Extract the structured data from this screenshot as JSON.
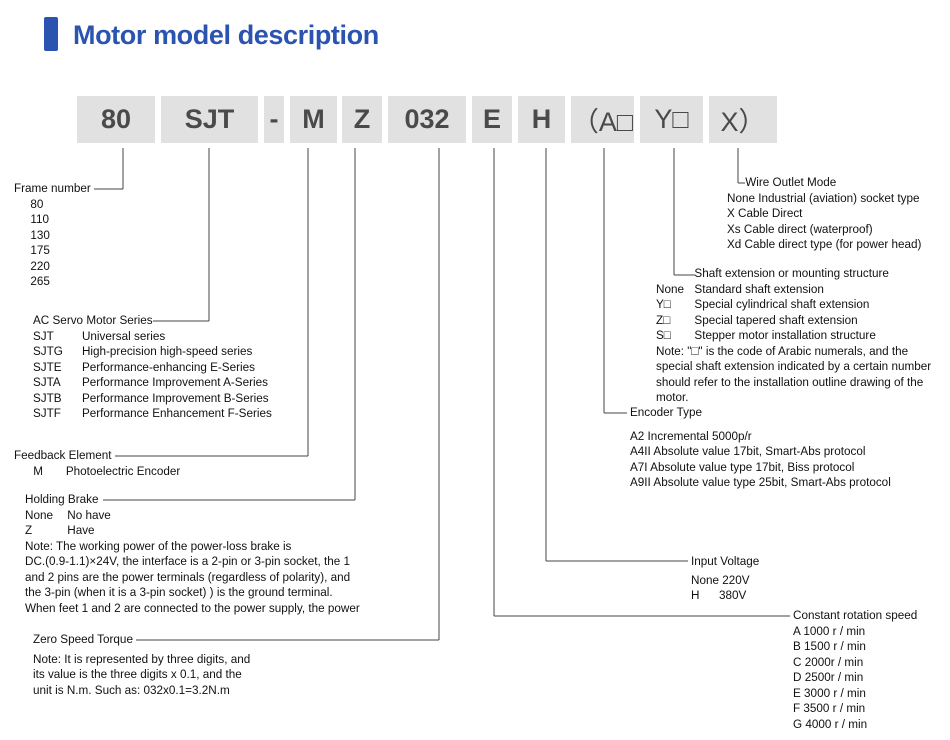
{
  "title": "Motor model description",
  "code_segments": [
    "80",
    "SJT",
    "-",
    "M",
    "Z",
    "032",
    "E",
    "H",
    "（A□",
    "Y□",
    "X）"
  ],
  "colors": {
    "accent": "#2a54b0",
    "box_bg": "#e1e1e1",
    "box_text": "#4a4a4a",
    "line": "#444444"
  },
  "frame_number": {
    "heading": "Frame number",
    "values": [
      "80",
      "110",
      "130",
      "175",
      "220",
      "265"
    ]
  },
  "series": {
    "heading": "AC Servo Motor Series",
    "rows": [
      {
        "code": "SJT",
        "desc": "Universal series"
      },
      {
        "code": "SJTG",
        "desc": "High-precision high-speed series"
      },
      {
        "code": "SJTE",
        "desc": "Performance-enhancing E-Series"
      },
      {
        "code": "SJTA",
        "desc": "Performance Improvement A-Series"
      },
      {
        "code": "SJTB",
        "desc": "Performance Improvement B-Series"
      },
      {
        "code": "SJTF",
        "desc": "Performance Enhancement F-Series"
      }
    ]
  },
  "feedback": {
    "heading": "Feedback Element",
    "rows": [
      {
        "code": "M",
        "desc": "Photoelectric Encoder"
      }
    ]
  },
  "brake": {
    "heading": "Holding Brake",
    "rows": [
      {
        "code": "None",
        "desc": "No have"
      },
      {
        "code": "Z",
        "desc": "Have"
      }
    ],
    "note": [
      "Note: The working power of the power-loss brake is",
      "DC.(0.9-1.1)×24V, the interface is a 2-pin or 3-pin socket, the 1",
      "and 2 pins are the power terminals (regardless of polarity), and",
      "the 3-pin (when it is a 3-pin socket) ) is the ground terminal.",
      "When feet 1 and 2 are connected to the power supply, the power"
    ]
  },
  "torque": {
    "heading": "Zero Speed Torque",
    "note": [
      "Note: It is represented by three digits, and",
      "its value is the three digits x 0.1, and the",
      "unit is N.m. Such as: 032x0.1=3.2N.m"
    ]
  },
  "wire": {
    "heading": "Wire Outlet Mode",
    "lines": [
      "None Industrial (aviation) socket type",
      "X  Cable Direct",
      "Xs Cable direct (waterproof)",
      "Xd Cable direct type (for power head)"
    ]
  },
  "shaft": {
    "heading": "Shaft extension or mounting structure",
    "rows": [
      {
        "code": "None",
        "desc": "Standard shaft extension"
      },
      {
        "code": "Y□",
        "desc": "Special cylindrical shaft extension"
      },
      {
        "code": "Z□",
        "desc": "Special tapered shaft extension"
      },
      {
        "code": "S□",
        "desc": "Stepper motor installation structure"
      }
    ],
    "note": [
      "Note: \"□\" is the code of Arabic numerals, and the",
      "special shaft extension indicated by a certain number",
      "should refer to the installation outline drawing of the",
      "motor."
    ]
  },
  "encoder": {
    "heading": "Encoder Type",
    "lines": [
      "A2   Incremental 5000p/r",
      "A4II Absolute value 17bit, Smart-Abs protocol",
      "A7I  Absolute value type 17bit, Biss protocol",
      "A9II Absolute value type 25bit, Smart-Abs protocol"
    ]
  },
  "voltage": {
    "heading": "Input Voltage",
    "lines": [
      "None 220V",
      "H      380V"
    ]
  },
  "speed": {
    "heading": "Constant rotation speed",
    "lines": [
      "A 1000 r / min",
      "B 1500 r / min",
      "C 2000r / min",
      "D 2500r / min",
      "E 3000 r / min",
      "F 3500 r / min",
      "G 4000 r / min"
    ]
  }
}
